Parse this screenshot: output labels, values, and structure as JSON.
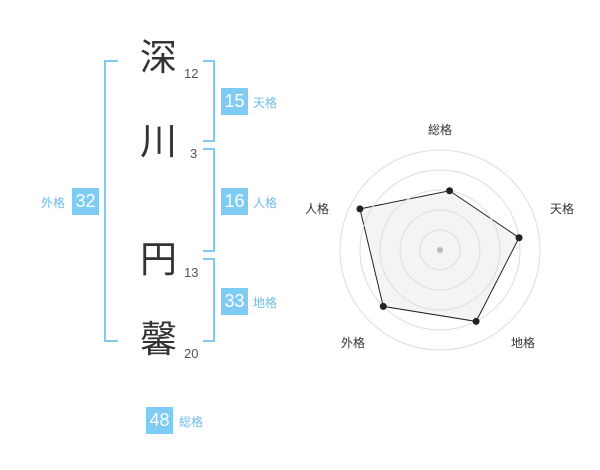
{
  "characters": [
    {
      "char": "深",
      "strokes": "12"
    },
    {
      "char": "川",
      "strokes": "3"
    },
    {
      "char": "円",
      "strokes": "13"
    },
    {
      "char": "馨",
      "strokes": "20"
    }
  ],
  "kaku": {
    "tenkaku": {
      "value": "15",
      "label": "天格"
    },
    "jinkaku": {
      "value": "16",
      "label": "人格"
    },
    "chikaku": {
      "value": "33",
      "label": "地格"
    },
    "gaikaku": {
      "value": "32",
      "label": "外格"
    },
    "soukaku": {
      "value": "48",
      "label": "総格"
    }
  },
  "colors": {
    "accent": "#7ecbf4",
    "accent_text": "#6bbde9",
    "radar_fill": "#f2f2f2",
    "ring": "#dddddd"
  },
  "chart_data": {
    "type": "radar",
    "axes": [
      "総格",
      "天格",
      "地格",
      "外格",
      "人格"
    ],
    "values": [
      3,
      4,
      4,
      4,
      4.5
    ],
    "max": 5,
    "rings": 5
  }
}
